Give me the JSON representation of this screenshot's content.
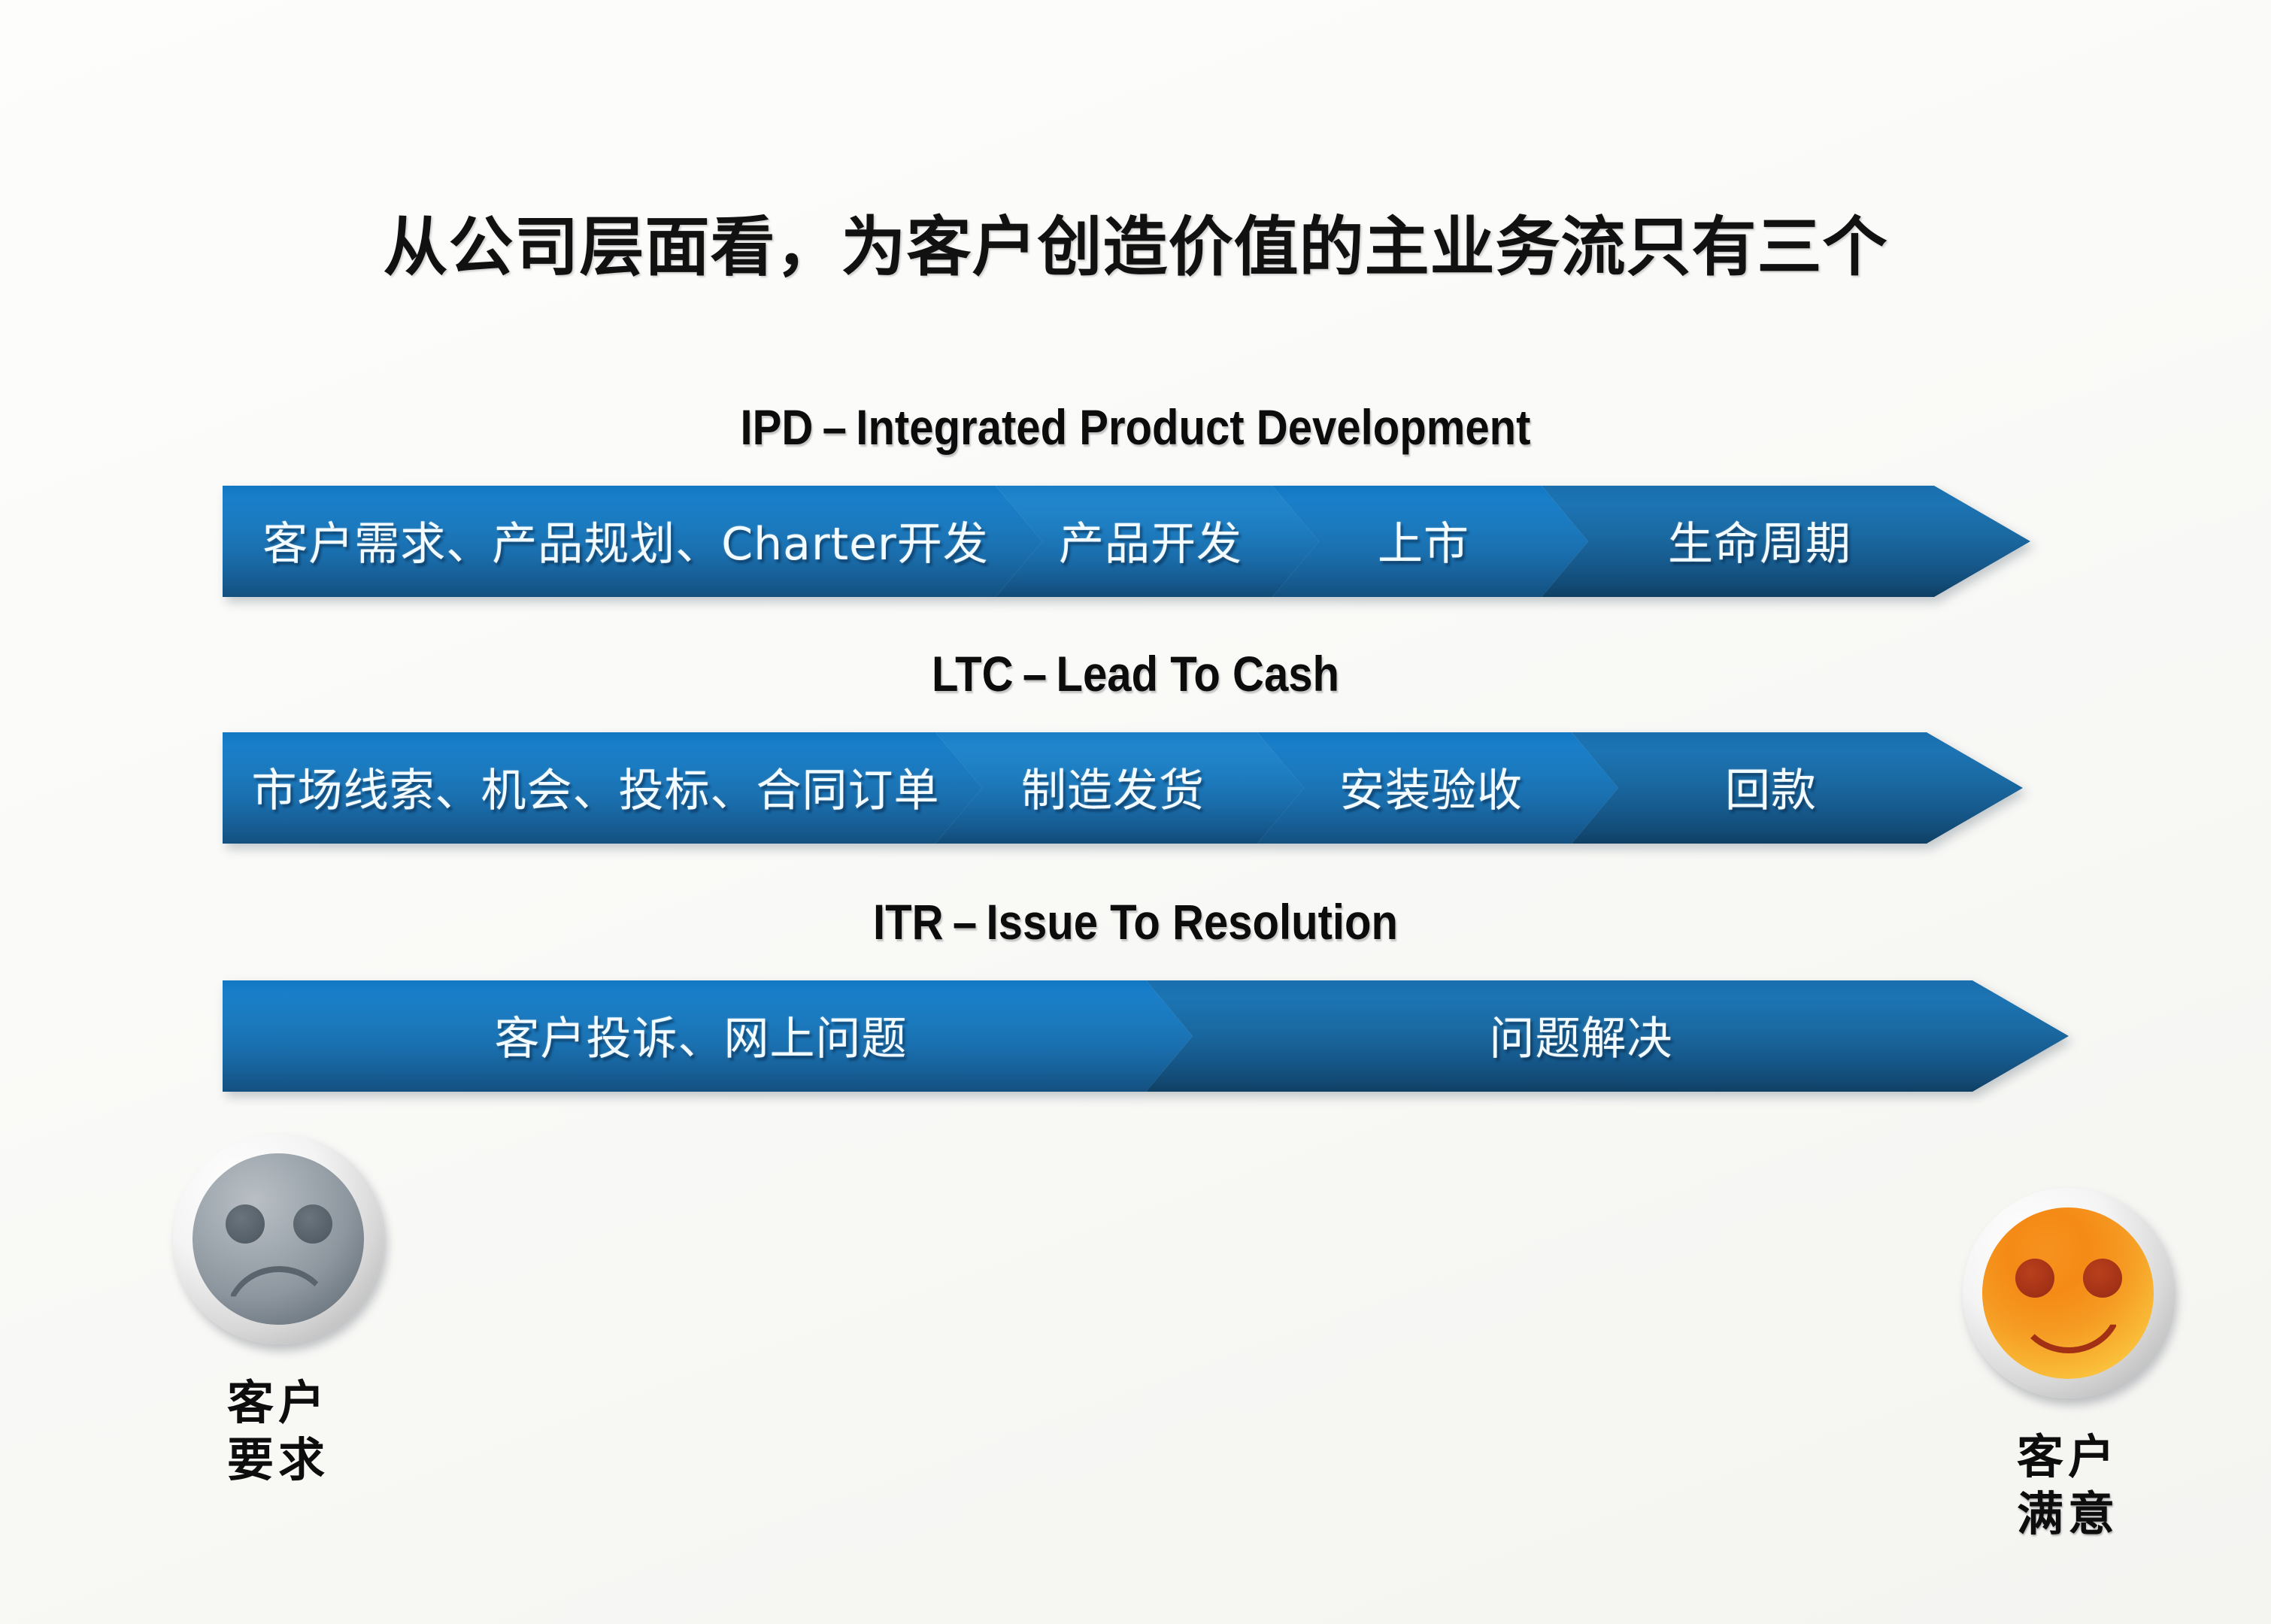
{
  "slide": {
    "title": "从公司层面看，为客户创造价值的主业务流只有三个",
    "background_color": "#fafaf8",
    "accent_blue": "#1a7ec7",
    "accent_blue_dark": "#0f3f63",
    "happy_orange": "#f7921f",
    "sad_gray": "#8d969e"
  },
  "flows": [
    {
      "abbr": "IPD",
      "separator": "–",
      "full_name": "Integrated Product Development",
      "segments": [
        {
          "label": "客户需求、产品规划、Charter开发"
        },
        {
          "label": "产品开发"
        },
        {
          "label": "上市"
        },
        {
          "label": "生命周期"
        }
      ]
    },
    {
      "abbr": "LTC",
      "separator": "–",
      "full_name": "Lead To Cash",
      "segments": [
        {
          "label": "市场线索、机会、投标、合同订单"
        },
        {
          "label": "制造发货"
        },
        {
          "label": "安装验收"
        },
        {
          "label": "回款"
        }
      ]
    },
    {
      "abbr": "ITR",
      "separator": "–",
      "full_name": "Issue To Resolution",
      "segments": [
        {
          "label": "客户投诉、网上问题"
        },
        {
          "label": "问题解决"
        }
      ]
    }
  ],
  "endpoints": {
    "start": {
      "icon": "sad-face-icon",
      "caption_line1": "客户",
      "caption_line2": "要求"
    },
    "end": {
      "icon": "happy-face-icon",
      "caption_line1": "客户",
      "caption_line2": "满意"
    }
  }
}
